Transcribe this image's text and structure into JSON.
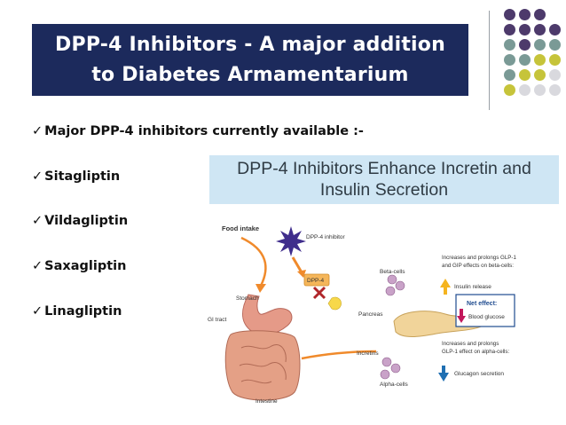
{
  "title": {
    "line1": "DPP-4 Inhibitors - A major addition",
    "line2": "to Diabetes Armamentarium"
  },
  "bullets": [
    "Major DPP-4 inhibitors currently available :-",
    "Sitagliptin",
    "Vildagliptin",
    "Saxagliptin",
    "Linagliptin"
  ],
  "figure": {
    "banner_line1": "DPP-4 Inhibitors Enhance Incretin and",
    "banner_line2": "Insulin Secretion",
    "labels": {
      "food_intake": "Food intake",
      "dpp4_inhibitor": "DPP-4 inhibitor",
      "dpp4": "DPP-4",
      "stomach": "Stomach",
      "gi_tract": "GI tract",
      "intestine": "Intestine",
      "beta_cells": "Beta-cells",
      "pancreas": "Pancreas",
      "incretins": "Incretins",
      "alpha_cells": "Alpha-cells",
      "glp_beta_line1": "Increases and prolongs GLP-1",
      "glp_beta_line2": "and GIP effects on beta-cells:",
      "insulin_release": "Insulin release",
      "net_effect": "Net effect:",
      "blood_glucose": "Blood glucose",
      "glp_alpha_line1": "Increases and prolongs",
      "glp_alpha_line2": "GLP-1 effect on alpha-cells:",
      "glucagon_secretion": "Glucagon secretion"
    }
  },
  "colors": {
    "title_bg": "#1c2a5c",
    "banner_bg": "#cfe6f4",
    "dot_purple": "#4d3a6b",
    "dot_teal": "#7a9a96",
    "dot_yellow": "#c6c43a",
    "dot_gray": "#d9d9de",
    "arrow_orange": "#f08a2b",
    "up_arrow": "#f5b41f",
    "down_arrow_magenta": "#c2185b",
    "down_arrow_blue": "#1f6fb2"
  }
}
